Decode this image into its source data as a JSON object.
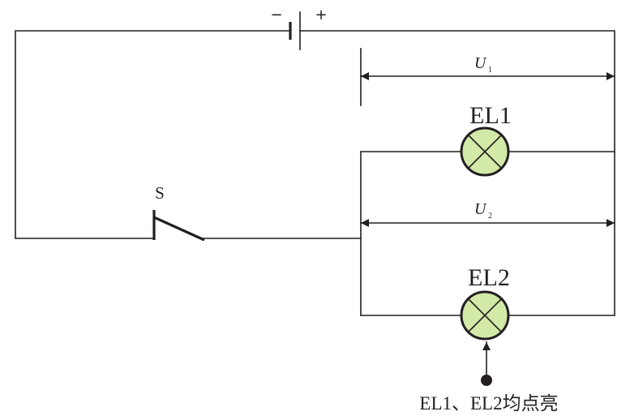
{
  "battery": {
    "minus_label": "−",
    "plus_label": "+"
  },
  "switch": {
    "label": "S"
  },
  "lamps": [
    {
      "label": "EL1",
      "color": "#d2e9a8"
    },
    {
      "label": "EL2",
      "color": "#d2e9a8"
    }
  ],
  "voltages": [
    {
      "symbol": "U",
      "subscript": "1"
    },
    {
      "symbol": "U",
      "subscript": "2"
    }
  ],
  "note": {
    "text": "EL1、EL2均点亮"
  }
}
